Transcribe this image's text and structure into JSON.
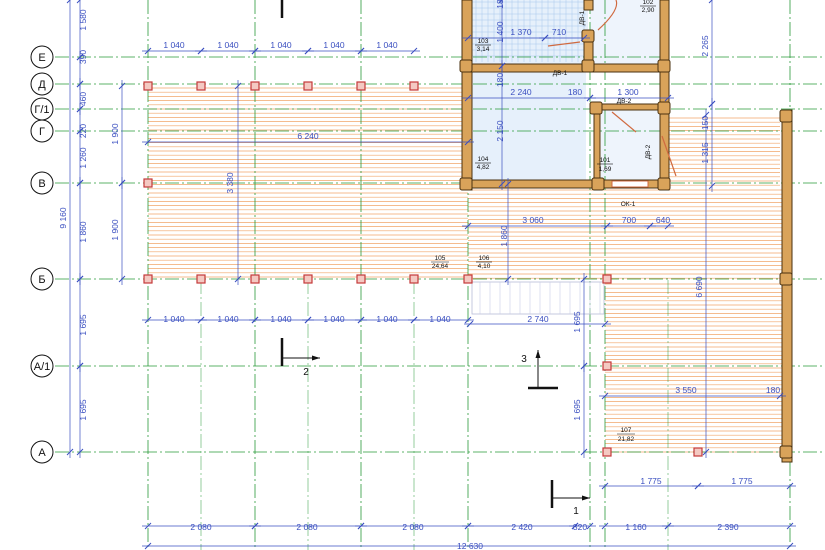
{
  "axes": {
    "rows": [
      "Е",
      "Д",
      "Г/1",
      "Г",
      "В",
      "Б",
      "А/1",
      "А"
    ]
  },
  "dims": {
    "left_vertical": [
      "1 580",
      "390",
      "460",
      "220",
      "1 260",
      "9 160",
      "1 860",
      "1 695",
      "1 695"
    ],
    "left_inner": [
      "1 900",
      "1 900",
      "3 380"
    ],
    "top_run": [
      "1 040",
      "1 040",
      "1 040",
      "1 040",
      "1 040"
    ],
    "mid_run": [
      "1 040",
      "1 040",
      "1 040",
      "1 040",
      "1 040",
      "1 040"
    ],
    "bottom_run": [
      "2 080",
      "2 080",
      "2 080",
      "2 420",
      "320",
      "1 160",
      "2 390"
    ],
    "overall": "12 630",
    "misc": {
      "d6240": "6 240",
      "d1370": "1 370",
      "d710": "710",
      "d1400": "1 400",
      "d180a": "180",
      "d180b": "180",
      "d180c": "180",
      "d2240": "2 240",
      "d1300": "1 300",
      "d2265": "2 265",
      "d150": "150",
      "d1315": "1 315",
      "d2150": "2 150",
      "d3060": "3 060",
      "d700": "700",
      "d640": "640",
      "d1860b": "1 860",
      "d2740": "2 740",
      "d1695r": "1 695",
      "d1695r2": "1 695",
      "d6690": "6 690",
      "d3550": "3 550",
      "d1775a": "1 775",
      "d1775b": "1 775",
      "d18top": "18"
    }
  },
  "rooms": [
    {
      "num": "102",
      "area": "2,90"
    },
    {
      "num": "103",
      "area": "3,14"
    },
    {
      "num": "104",
      "area": "4,82"
    },
    {
      "num": "101",
      "area": "1,69"
    },
    {
      "num": "105",
      "area": "24,64"
    },
    {
      "num": "106",
      "area": "4,10"
    },
    {
      "num": "107",
      "area": "21,82"
    }
  ],
  "marks": {
    "dv1a": "ДВ-1",
    "dv1b": "ДВ-1",
    "dv2a": "ДВ-2",
    "dv2b": "ДВ-2",
    "ok1": "ОК-1"
  },
  "sections": [
    "1",
    "2",
    "3"
  ],
  "colors": {
    "axis": "#2a9a3a",
    "dim": "#3a4fc0",
    "wall": "#d9a35a",
    "wall_edge": "#4a3210",
    "deck": "#f0a56a",
    "post": "#c43a3a",
    "room_fill": "#e6f0fb"
  }
}
